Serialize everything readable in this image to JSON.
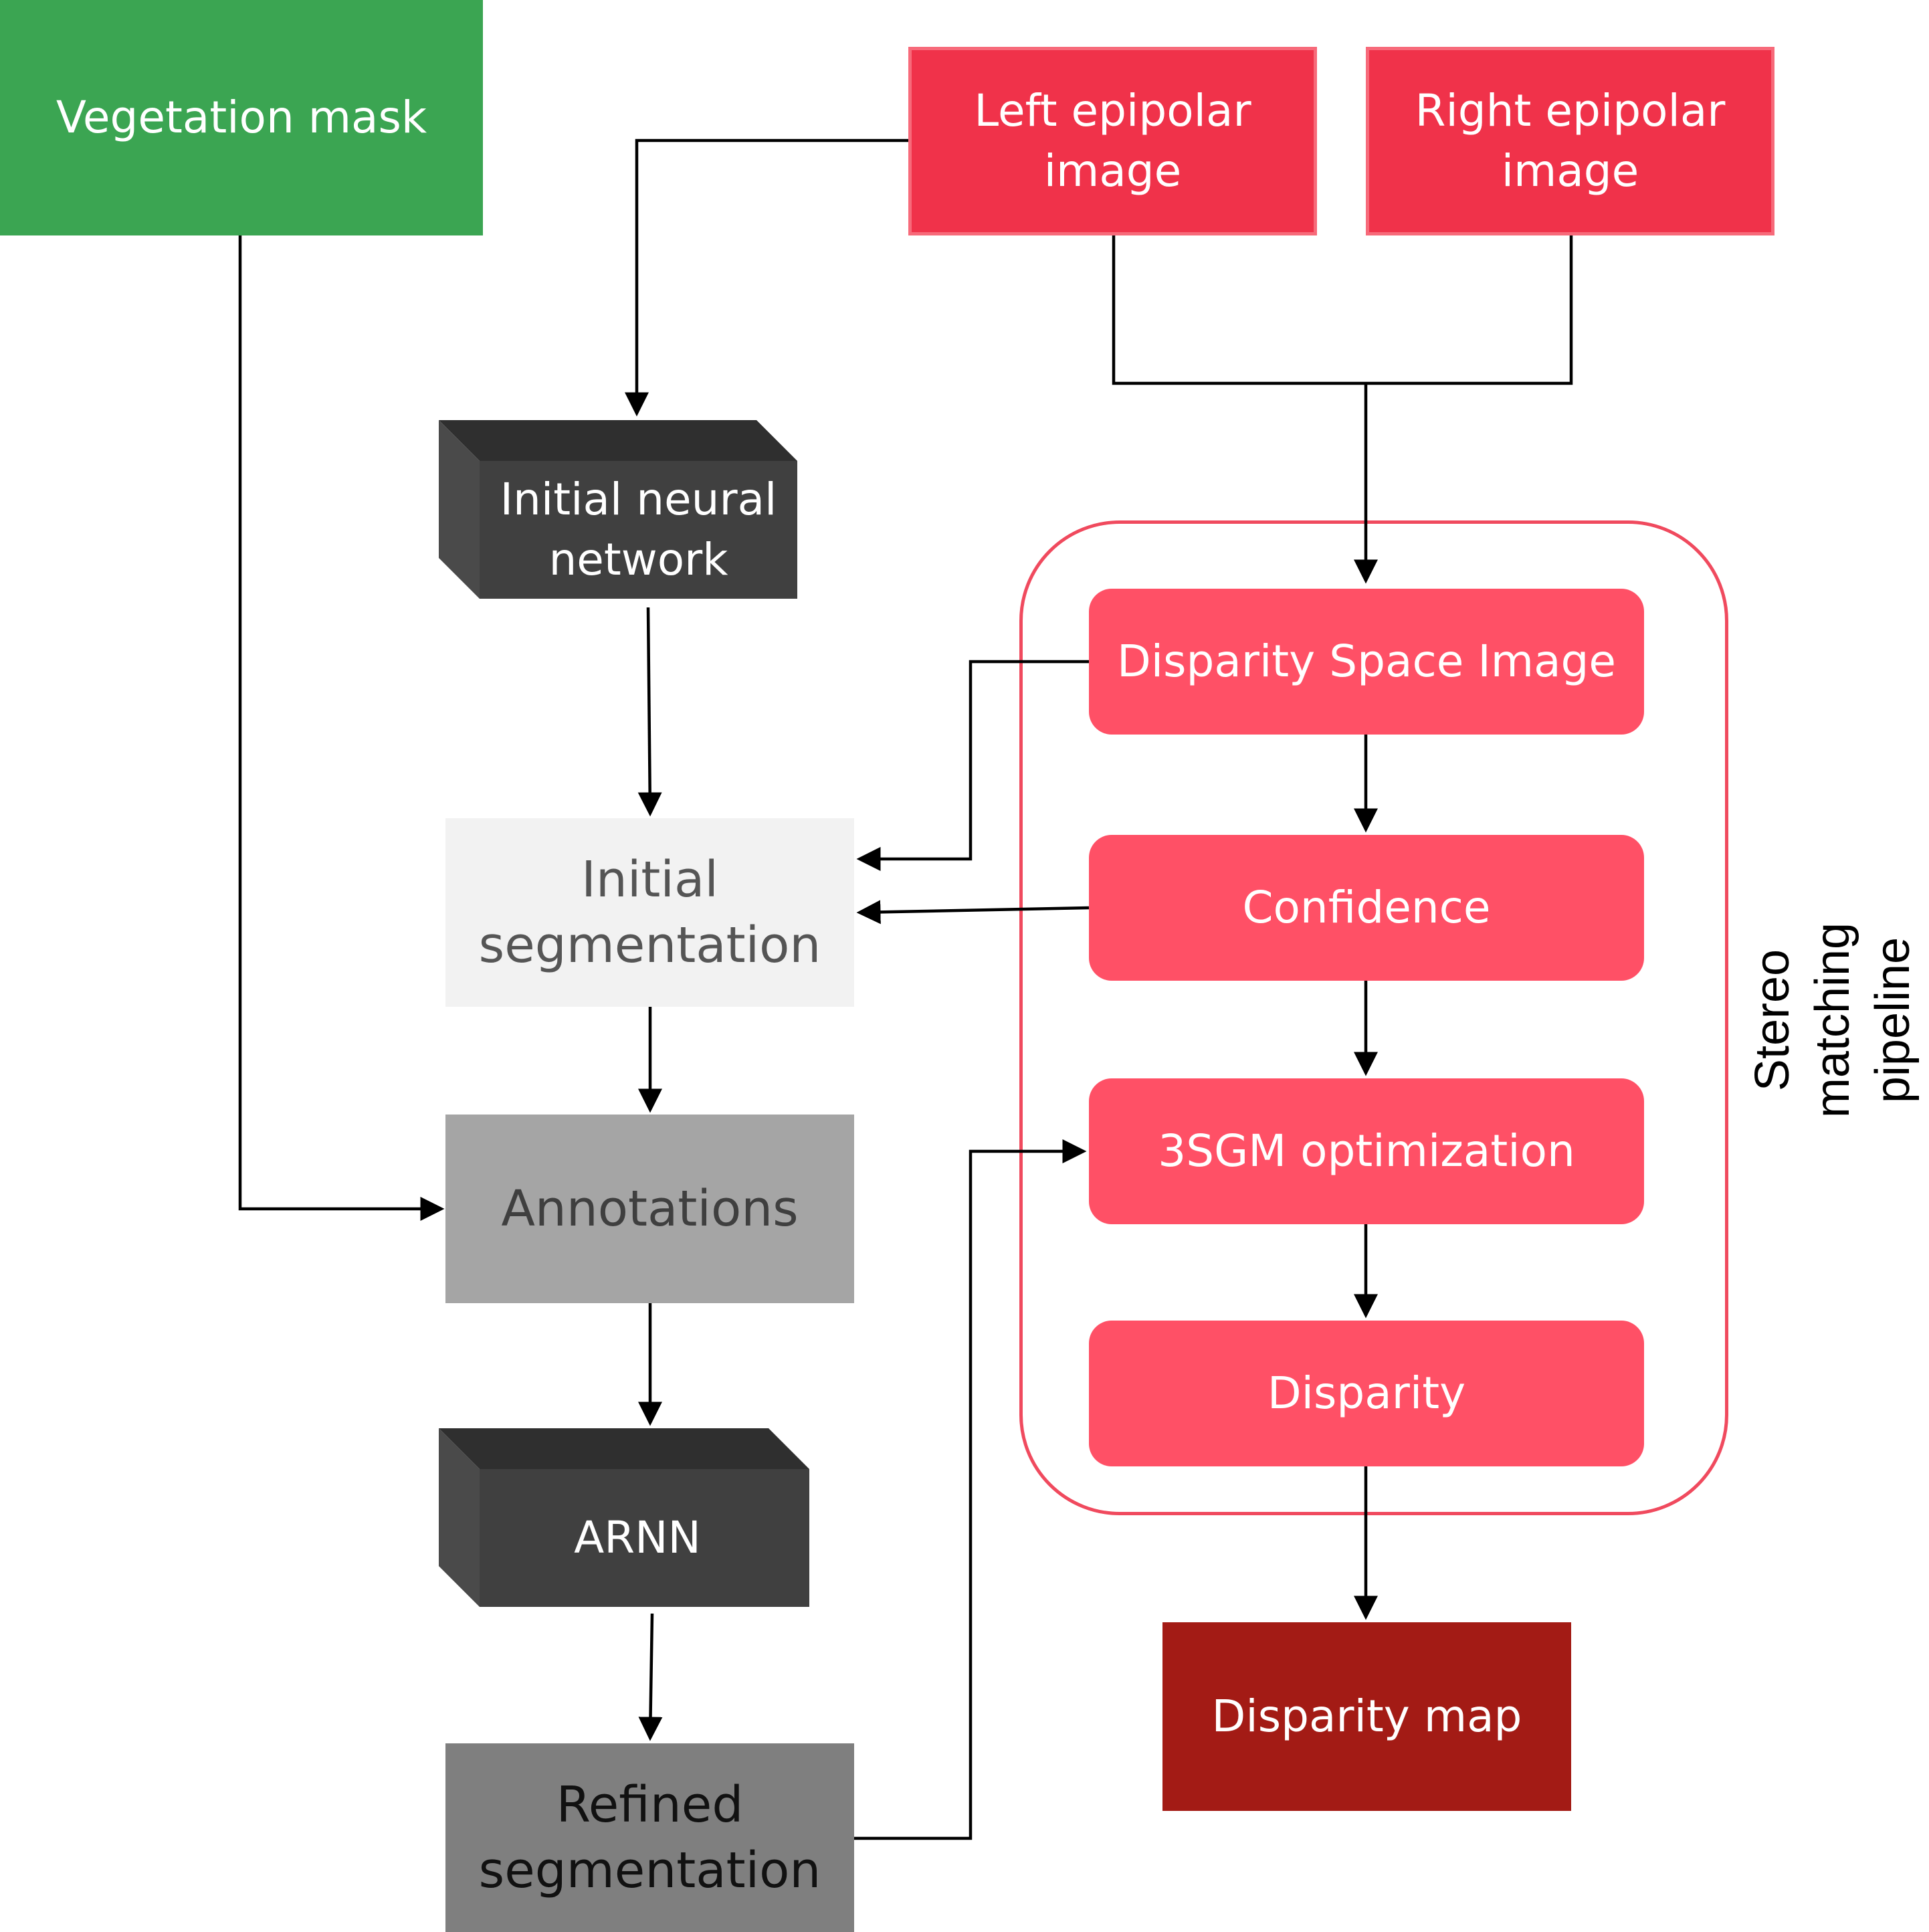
{
  "nodes": {
    "vegetation_mask": "Vegetation mask",
    "left_epipolar": "Left epipolar\nimage",
    "right_epipolar": "Right epipolar\nimage",
    "initial_network": "Initial neural\nnetwork",
    "initial_segmentation": "Initial\nsegmentation",
    "annotations": "Annotations",
    "arnn": "ARNN",
    "refined_segmentation": "Refined\nsegmentation",
    "disparity_space_image": "Disparity Space Image",
    "confidence": "Confidence",
    "optimization": "3SGM optimization",
    "disparity": "Disparity",
    "disparity_map": "Disparity map"
  },
  "pipeline_label": "Stereo\nmatching\npipeline",
  "colors": {
    "green": "#3ba552",
    "input_red": "#f0324a",
    "pipeline_pink": "#ff5066",
    "output_dark_red": "#a31b15",
    "network_dark": "#404040",
    "arrow": "#000000"
  }
}
